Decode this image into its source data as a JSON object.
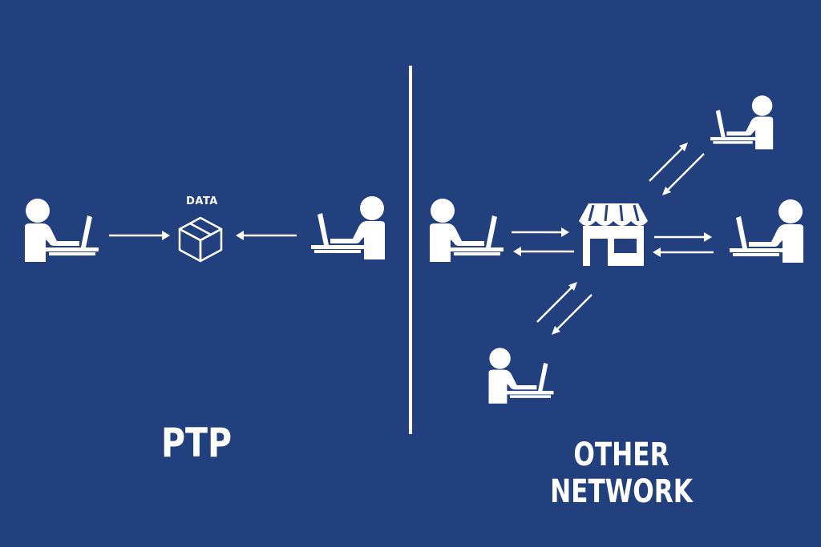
{
  "panels": {
    "left": {
      "title": "PTP",
      "box_label": "DATA"
    },
    "right": {
      "title": "OTHER NETWORK"
    }
  },
  "icons": {
    "person": "person-at-laptop-icon",
    "box": "package-box-icon",
    "hub": "storefront-icon",
    "arrow": "arrow-icon"
  },
  "colors": {
    "background": "#22407E",
    "foreground": "#FFFFFF"
  }
}
